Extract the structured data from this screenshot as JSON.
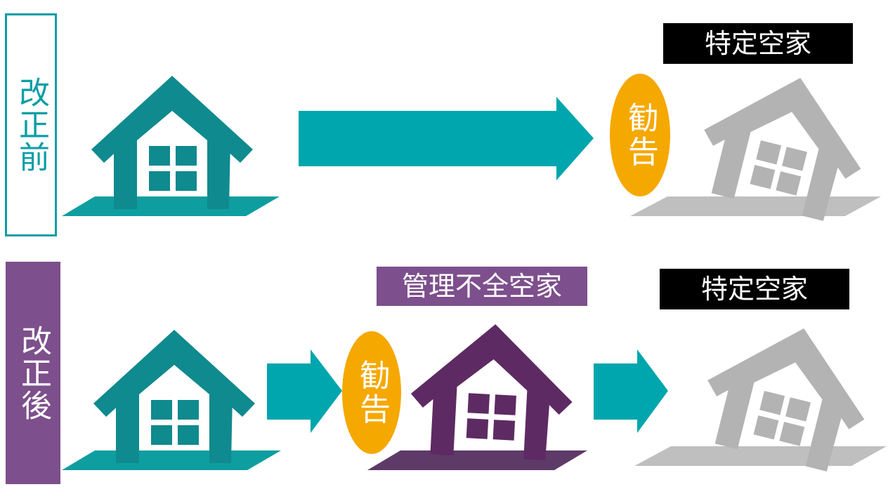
{
  "rows": {
    "before": {
      "label": "改正前",
      "end_tag": "特定空家",
      "kankoku": "勧告"
    },
    "after": {
      "label": "改正後",
      "mid_tag": "管理不全空家",
      "end_tag": "特定空家",
      "kankoku_1": "勧告"
    }
  },
  "colors": {
    "teal": "#0b9ea6",
    "house_teal": "#0f8a8e",
    "purple_label": "#7d4f8c",
    "house_purple": "#5e2a63",
    "orange": "#f5a800",
    "gray": "#b3b3b3",
    "black": "#000000"
  },
  "icons": [
    "house-icon",
    "tilted-house-icon",
    "arrow-right-icon"
  ]
}
